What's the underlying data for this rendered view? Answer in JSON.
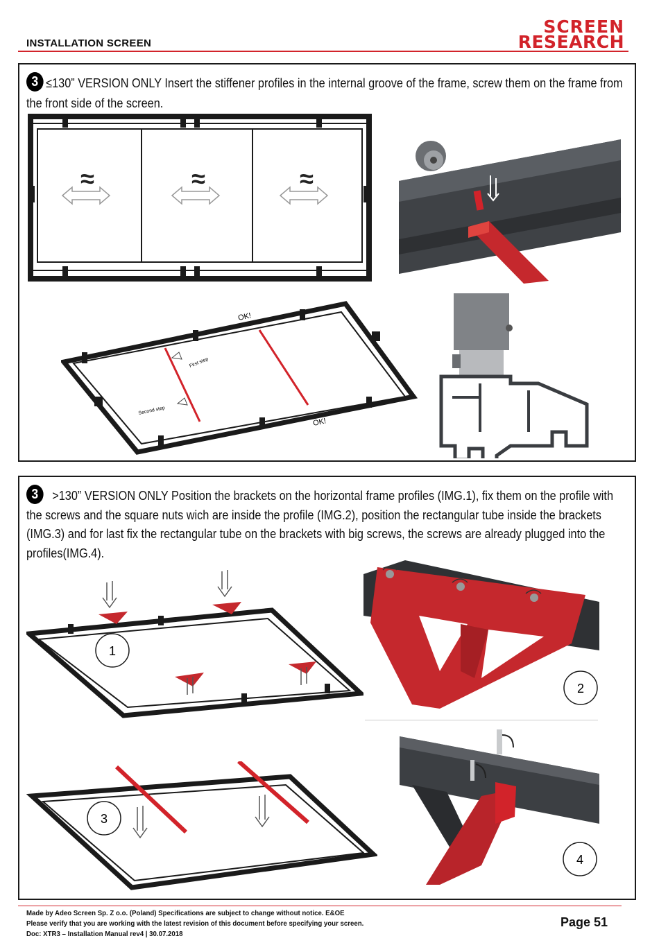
{
  "header": {
    "title": "INSTALLATION SCREEN",
    "logo_line1": "SCREEN",
    "logo_line2": "RESEARCH",
    "logo_tm": "™"
  },
  "step1": {
    "number": "3",
    "text": "≤130” VERSION ONLY Insert the stiffener profiles in the internal groove of the frame, screw them on the frame from the front side of the screen.",
    "labels": {
      "ok_top": "OK!",
      "ok_bottom": "OK!",
      "first_step": "First step",
      "second_step": "Second step"
    }
  },
  "step2": {
    "number": "3",
    "text": ">130” VERSION ONLY Position the brackets on the horizontal frame profiles (IMG.1), fix them on the profile with the screws and the square nuts wich are inside the profile (IMG.2), position the rectangular tube inside the brackets (IMG.3) and for last fix the rectangular tube on the brackets with big screws, the screws are already plugged into the profiles(IMG.4).",
    "img_labels": [
      "1",
      "2",
      "3",
      "4"
    ]
  },
  "footer": {
    "line1": "Made by Adeo Screen Sp. Z o.o. (Poland) Specifications are subject to change without notice. E&OE",
    "line2": "Please verify that you are working with the latest revision of this document before specifying your screen.",
    "line3": "Doc: XTR3 – Installation Manual rev4 | 30.07.2018",
    "page": "Page 51"
  },
  "colors": {
    "accent": "#d2232a",
    "frame": "#1a1a1a",
    "metal": "#4a4d52"
  }
}
